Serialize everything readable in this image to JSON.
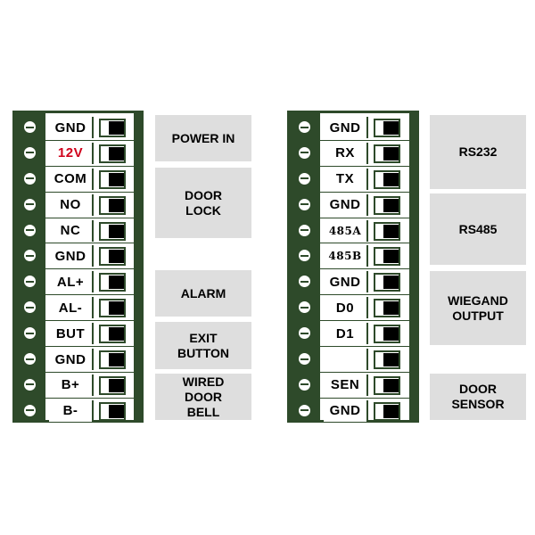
{
  "left_terminal": {
    "pins": [
      {
        "label": "GND"
      },
      {
        "label": "12V",
        "color": "#d0021b"
      },
      {
        "label": "COM"
      },
      {
        "label": "NO"
      },
      {
        "label": "NC"
      },
      {
        "label": "GND"
      },
      {
        "label": "AL+"
      },
      {
        "label": "AL-"
      },
      {
        "label": "BUT"
      },
      {
        "label": "GND"
      },
      {
        "label": "B+"
      },
      {
        "label": "B-"
      }
    ]
  },
  "left_groups": {
    "power_in": "POWER IN",
    "door_lock": "DOOR\nLOCK",
    "alarm": "ALARM",
    "exit_button": "EXIT\nBUTTON",
    "wired_door_bell": "WIRED\nDOOR\nBELL"
  },
  "right_terminal": {
    "pins": [
      {
        "label": "GND"
      },
      {
        "label": "RX"
      },
      {
        "label": "TX"
      },
      {
        "label": "GND"
      },
      {
        "label": "485A"
      },
      {
        "label": "485B"
      },
      {
        "label": "GND"
      },
      {
        "label": "D0"
      },
      {
        "label": "D1"
      },
      {
        "label": ""
      },
      {
        "label": "SEN"
      },
      {
        "label": "GND"
      }
    ]
  },
  "right_groups": {
    "rs232": "RS232",
    "rs485": "RS485",
    "wiegand_output": "WIEGAND\nOUTPUT",
    "door_sensor": "DOOR\nSENSOR"
  },
  "colors": {
    "board_green": "#2e4a2a",
    "label_box_grey": "#dedede",
    "highlight_red": "#d0021b"
  }
}
